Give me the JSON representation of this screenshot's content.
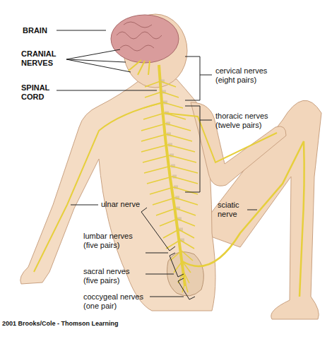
{
  "diagram": {
    "labels": [
      "BRAIN",
      "CRANIAL NERVES",
      "SPINAL CORD",
      "cervical nerves (eight pairs)",
      "thoracic nerves (twelve pairs)",
      "ulnar nerve",
      "sciatic nerve",
      "lumbar nerves (five pairs)",
      "sacral nerves (five pairs)",
      "coccygeal nerves (one pair)",
      "2001 Brooks/Cole - Thomson Learning"
    ]
  }
}
